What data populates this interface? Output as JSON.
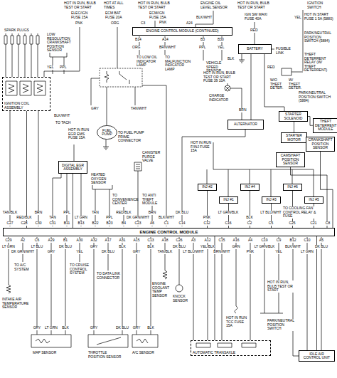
{
  "diagram": {
    "nodes": [
      {
        "text": [
          "ENGINE CONTROL MODULE (CONTINUED)"
        ]
      },
      {
        "text": [
          "IGNITION COIL ASSEMBLY"
        ]
      },
      {
        "text": [
          "DIGITAL EGR ASSEMBLY"
        ]
      },
      {
        "text": [
          "FUEL PUMP"
        ]
      },
      {
        "text": [
          "BATTERY"
        ]
      },
      {
        "text": [
          "ALTERNATOR"
        ]
      },
      {
        "text": [
          "STARTER SOLENOID"
        ]
      },
      {
        "text": [
          "STARTER MOTOR"
        ]
      },
      {
        "text": [
          "THEFT DETERRENT MODULE"
        ]
      },
      {
        "text": [
          "INJ #2"
        ]
      },
      {
        "text": [
          "INJ #4"
        ]
      },
      {
        "text": [
          "INJ #6"
        ]
      },
      {
        "text": [
          "INJ #1"
        ]
      },
      {
        "text": [
          "INJ #3"
        ]
      },
      {
        "text": [
          "INJ #5"
        ]
      },
      {
        "text": [
          "CAMSHAFT POSITION SENSOR"
        ]
      },
      {
        "text": [
          "CRANKSHAFT POSITION SENSOR"
        ]
      },
      {
        "text": [
          "ENGINE CONTROL MODULE"
        ]
      },
      {
        "text": [
          "AUTOMATIC TRANSAXLE"
        ]
      },
      {
        "text": [
          "IDLE AIR CONTROL UNIT"
        ]
      }
    ],
    "edges": [
      {
        "from": 4,
        "to": 5,
        "arrow": "none"
      },
      {
        "from": 4,
        "to": 6,
        "arrow": "none"
      },
      {
        "from": 6,
        "to": 7,
        "arrow": "none"
      },
      {
        "from": 6,
        "to": 8,
        "arrow": "none"
      },
      {
        "from": 9,
        "to": 17,
        "arrow": "none"
      },
      {
        "from": 10,
        "to": 17,
        "arrow": "none"
      },
      {
        "from": 11,
        "to": 17,
        "arrow": "none"
      },
      {
        "from": 12,
        "to": 17,
        "arrow": "none"
      },
      {
        "from": 13,
        "to": 17,
        "arrow": "none"
      },
      {
        "from": 14,
        "to": 17,
        "arrow": "none"
      },
      {
        "from": 15,
        "to": 17,
        "arrow": "none"
      },
      {
        "from": 16,
        "to": 17,
        "arrow": "none"
      },
      {
        "from": 1,
        "to": 17,
        "arrow": "none"
      },
      {
        "from": 2,
        "to": 17,
        "arrow": "none"
      },
      {
        "from": 17,
        "to": 18,
        "arrow": "none"
      },
      {
        "from": 17,
        "to": 19,
        "arrow": "none"
      }
    ],
    "labels": [
      "SPARK PLUGS",
      "LOW RESOLUTION CRANKSHAFT POSITION SENSOR",
      "YEL",
      "PPL",
      "HOT IN RUN, BULB TEST OR START",
      "ELEC/IGN FUSE 15A",
      "PNK",
      "HOT AT ALL TIMES",
      "ECM BAT FUSE 20A",
      "ORG",
      "HOT IN RUN, BULB TEST OR START",
      "ECM/IGN FUSE 15A",
      "PNK",
      "C3",
      "A24",
      "BLK/WHT",
      "ENGINE OIL LEVEL SENSOR",
      "B14",
      "A14",
      "B3",
      "B30",
      "ORG",
      "BRN/WHT",
      "PPL",
      "YEL",
      "TO LOW OIL INDICATOR LAMP",
      "TO MALFUNCTION INDICATOR LAMP",
      "VEHICLE SPEED SENSOR",
      "HOT IN RUN, BULB TEST OR START",
      "IGN SW MAXI FUSE 40A",
      "RED",
      "BLK",
      "FUSIBLE LINK",
      "HOT IN RUN, BULB TEST OR START FUSE 39 10A",
      "CHARGE INDICATOR",
      "BRN",
      "RED",
      "IGNITION SWITCH",
      "YEL",
      "HOT IN START FUSE 1 5A (5880)",
      "PARK/NEUTRAL POSITION SWITCH (5884)",
      "THEFT DETERRENT RELAY (W/ THEFT DETERRENT)",
      "W/O THEFT DETER.",
      "W/ THEFT DETER.",
      "PARK/NEUTRAL POSITION SWITCH (5884)",
      "BLK/WHT",
      "TO TACH",
      "GRY",
      "TAN/WHT",
      "HOT IN RUN EGR EMS FUSE 15A",
      "TO FUEL PUMP PRIME CONNECTOR",
      "CANISTER PURGE VALVE",
      "HEATED OXYGEN SENSOR",
      "TO CONVENIENCE CENTER",
      "TO ANTI THEFT MODULE",
      "HOT IN RUN F/INJ FUSE 15A",
      "TO COOLING FAN CONTROL RELAY & FUSE",
      "TAN/BLK",
      "RED/BLK",
      "BRN",
      "TAN",
      "PPL",
      "LT GRN",
      "TAN",
      "PPL",
      "RED/BLK",
      "DK GRN/WHT",
      "BRN",
      "BLK/WHT",
      "DK BLU",
      "PNK",
      "LT GRN/BLK",
      "BLK",
      "LT BLU/WHT",
      "C27",
      "C28",
      "C30",
      "C31",
      "B11",
      "B13",
      "B22",
      "B23",
      "B4",
      "C23",
      "A6",
      "C1",
      "C14",
      "C12",
      "C16",
      "C2",
      "C5",
      "C25",
      "C21",
      "C8",
      "C29",
      "A2",
      "C6",
      "A29",
      "B1",
      "A30",
      "A32",
      "A17",
      "A31",
      "A15",
      "C13",
      "A18",
      "C26",
      "A3",
      "A12",
      "C15",
      "A16",
      "A4",
      "C19",
      "C9",
      "B12",
      "C10",
      "A5",
      "LT GRN",
      "DK GRN/WHT",
      "LT BLU",
      "GRY",
      "DK BLU",
      "YEL",
      "GRY",
      "DK BLU",
      "BLK",
      "GRY",
      "BLK",
      "TAN/BLK",
      "DK BLU",
      "LT BLU/WHT",
      "YEL/BLK",
      "BRN/WHT",
      "GRN",
      "PNK",
      "LT GRN/BLK",
      "YEL",
      "BLK/WHT",
      "LT GRN",
      "DK BLU",
      "TO A/C SYSTEM",
      "TO CRUISE CONTROL SYSTEM",
      "TO DATA LINK CONNECTOR",
      "INTAKE AIR TEMPERATURE SENSOR",
      "ENGINE COOLANT TEMP SENSOR",
      "KNOCK SENSOR",
      "HOT IN RUN TCC FUSE 15A",
      "HOT IN RUN, BULB TEST OR START",
      "PARK/NEUTRAL POSITION SWITCH",
      "GRY",
      "LT GRN",
      "BLK",
      "GRY",
      "DK BLU",
      "GRY",
      "BLK",
      "MAP SENSOR",
      "THROTTLE POSITION SENSOR",
      "A/C SENSOR"
    ]
  }
}
